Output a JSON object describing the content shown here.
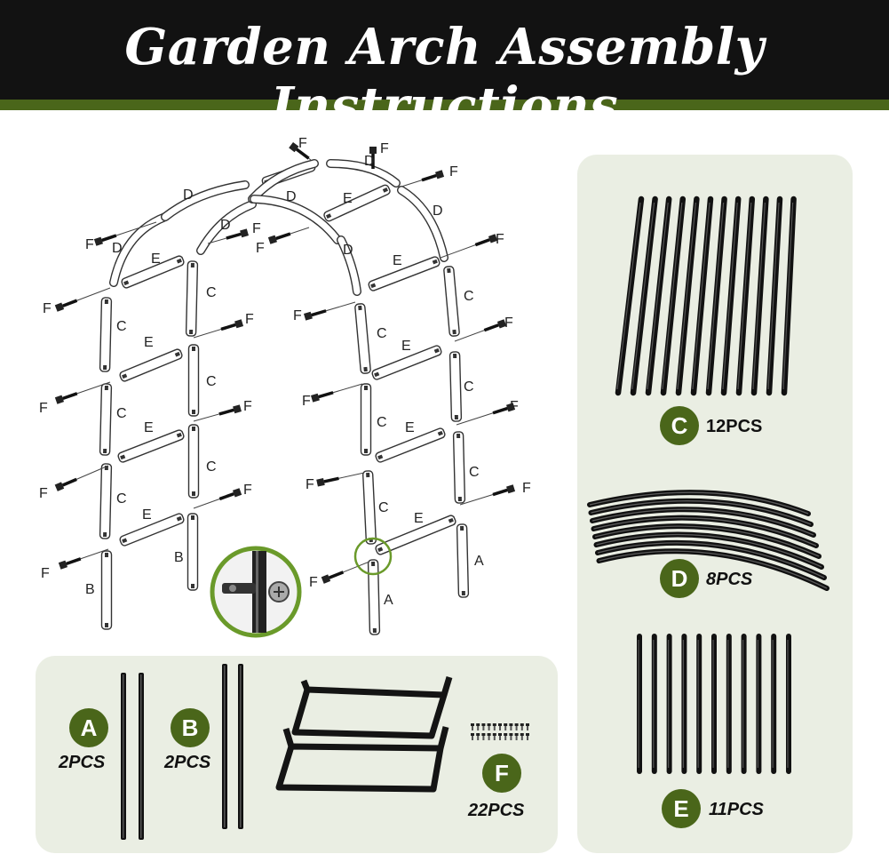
{
  "title": "Garden Arch Assembly Instructions",
  "colors": {
    "header_bg": "#121212",
    "accent_green": "#4a661a",
    "panel_bg": "#eaeee3"
  },
  "diagram_labels": {
    "A": "A",
    "B": "B",
    "C": "C",
    "D": "D",
    "E": "E",
    "F": "F"
  },
  "parts": {
    "A": {
      "letter": "A",
      "qty": "2PCS"
    },
    "B": {
      "letter": "B",
      "qty": "2PCS"
    },
    "F": {
      "letter": "F",
      "qty": "22PCS"
    },
    "C": {
      "letter": "C",
      "qty": "12PCS"
    },
    "D": {
      "letter": "D",
      "qty": "8PCS"
    },
    "E": {
      "letter": "E",
      "qty": "11PCS"
    }
  }
}
